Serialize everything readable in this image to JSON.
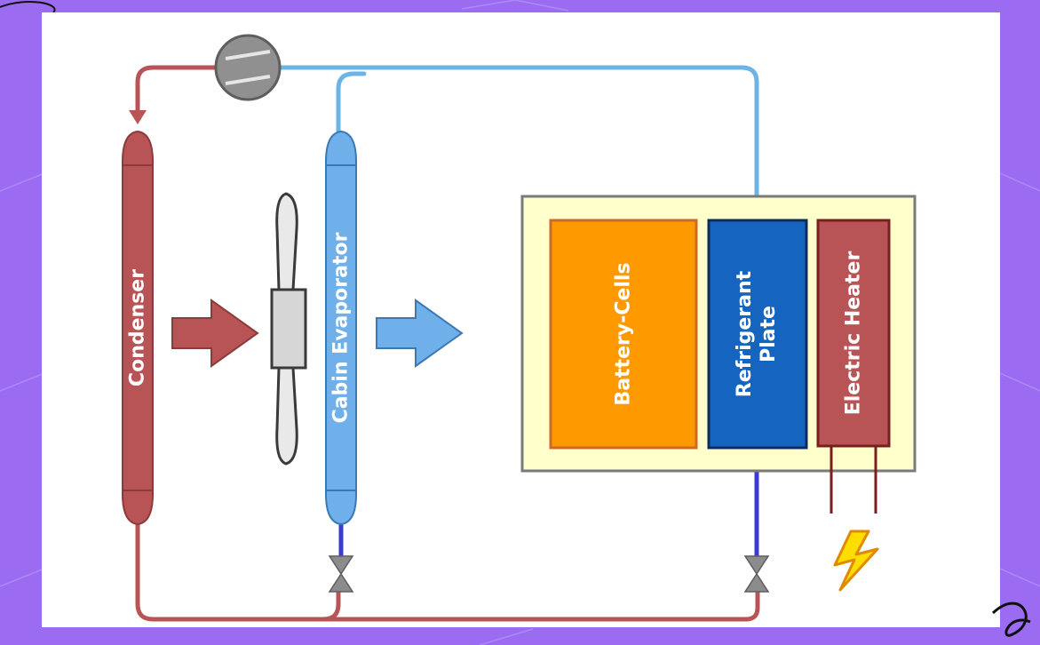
{
  "diagram": {
    "components": {
      "condenser": "Condenser",
      "cabin_evaporator": "Cabin Evaporator",
      "battery_cells": "Battery-Cells",
      "refrigerant_plate_line1": "Refrigerant",
      "refrigerant_plate_line2": "Plate",
      "electric_heater": "Electric Heater"
    },
    "colors": {
      "background": "#9b6cf2",
      "hot_line": "#b85455",
      "cold_line": "#6cb3e6",
      "liquid_line": "#3333cc",
      "battery": "#ff9900",
      "refrigerant_plate": "#1565c0",
      "heater": "#b85455",
      "module_box": "#ffffcc"
    }
  }
}
